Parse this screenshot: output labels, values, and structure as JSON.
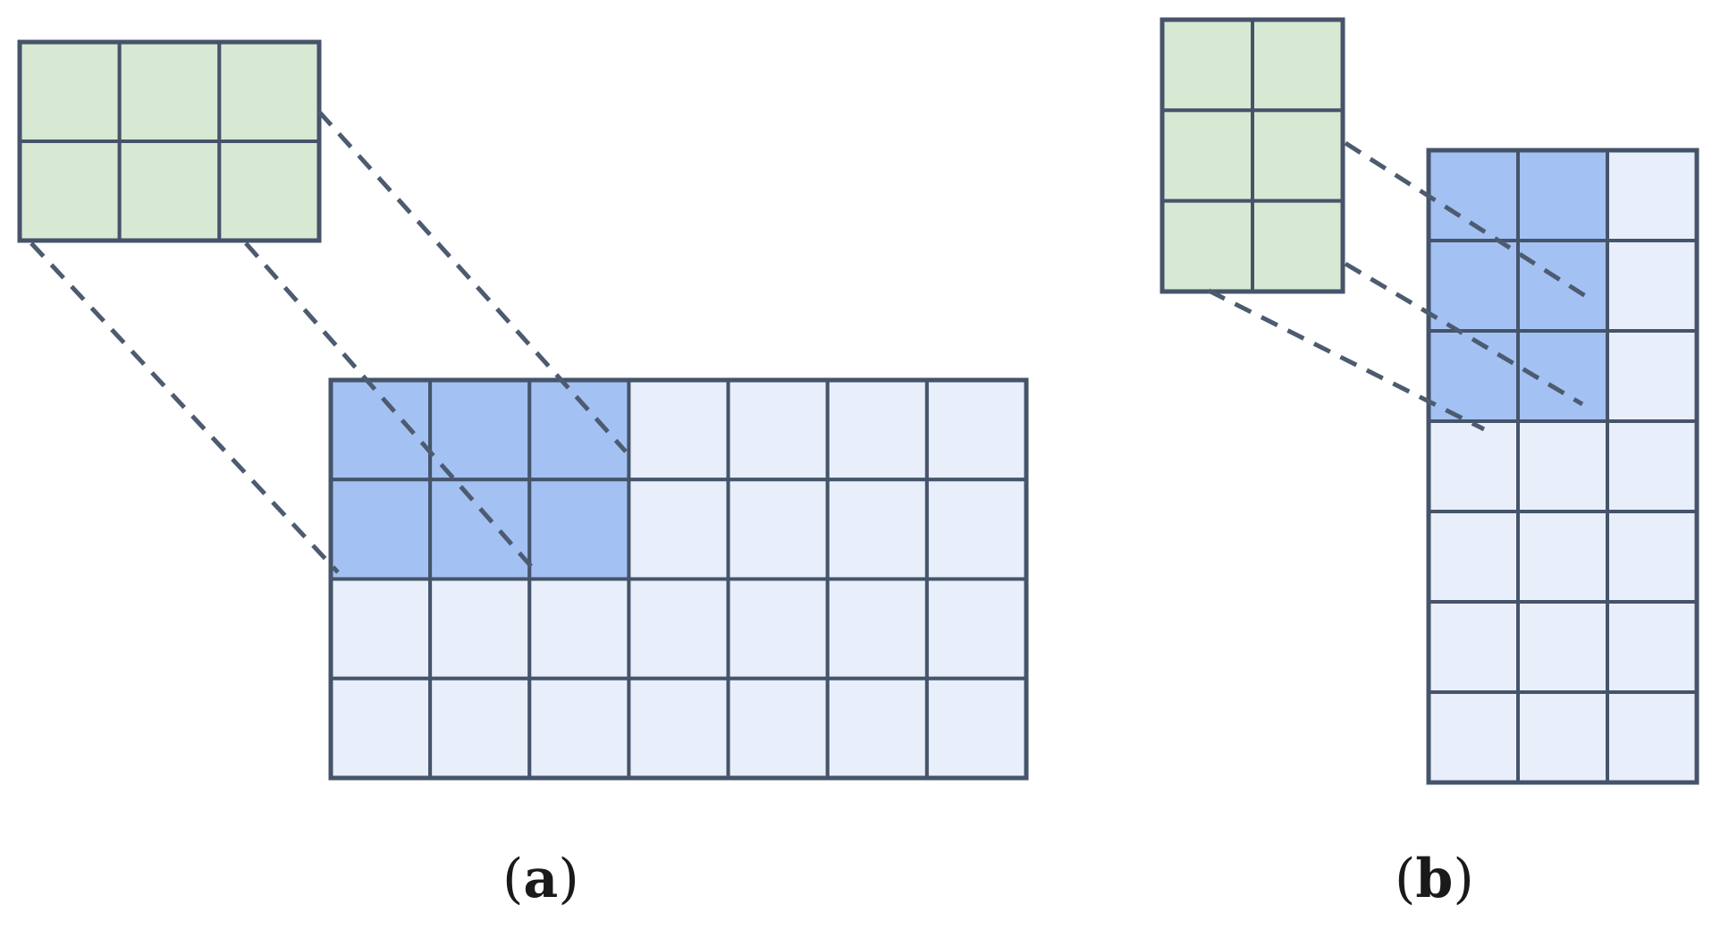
{
  "colors": {
    "kernel_fill": "#d8e9d3",
    "input_fill": "#e8effa",
    "highlight_fill": "#a3c1f2",
    "grid_line": "#45546a",
    "dash_line": "#4d5b70",
    "background": "#ffffff"
  },
  "panels": [
    {
      "id": "a",
      "caption": {
        "open": "(",
        "letter": "a",
        "close": ")"
      },
      "kernel": {
        "rows": 2,
        "cols": 3
      },
      "input": {
        "rows": 4,
        "cols": 7
      },
      "highlight": {
        "rows": 2,
        "cols": 3
      }
    },
    {
      "id": "b",
      "caption": {
        "open": "(",
        "letter": "b",
        "close": ")"
      },
      "kernel": {
        "rows": 3,
        "cols": 2
      },
      "input": {
        "rows": 7,
        "cols": 3
      },
      "highlight": {
        "rows": 3,
        "cols": 2
      }
    }
  ]
}
